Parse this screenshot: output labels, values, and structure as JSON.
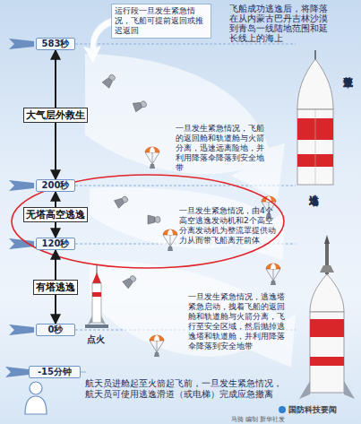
{
  "diagram": {
    "nodes": [
      {
        "text": [
          "运行段一旦发生紧急情况，飞船可提前返回或推迟返回"
        ]
      },
      {
        "text": [
          "飞船成功逃逸后，将降落在从内蒙古巴丹吉林沙漠到青岛一线陆地范围和延长线上的海上"
        ]
      },
      {
        "text": [
          "583秒"
        ]
      },
      {
        "text": [
          "一旦发生紧急情况，飞船的返回舱和轨道舱与火箭分离，迅速远离险地，并利用降落伞降落到安全地带"
        ]
      },
      {
        "text": [
          "200秒"
        ]
      },
      {
        "text": [
          "一旦发生紧急情况，由4个高空逃逸发动机和2个高空分离发动机为整流罩提供动力从而带飞船离开前体"
        ]
      },
      {
        "text": [
          "120秒"
        ]
      },
      {
        "text": [
          "一旦发生紧急情况，逃逸塔紧急启动，拽着飞船的返回舱和轨道舱与火箭分离，飞行至安全区域，然后抛掉逃逸塔和轨道舱，并利用降落伞降落到安全地带"
        ]
      },
      {
        "text": [
          "0秒"
        ]
      },
      {
        "text": [
          "-15分钟"
        ]
      },
      {
        "text": [
          "航天员进舱起至火箭起飞前，一旦发生紧急情况，航天员可使用逃逸滑道（或电梯）完成应急撤离"
        ]
      }
    ],
    "edges": [
      {
        "from": 2,
        "to": 4,
        "label": "大气层外救生",
        "arrow": "both"
      },
      {
        "from": 4,
        "to": 6,
        "label": "无塔高空逃逸",
        "arrow": "both"
      },
      {
        "from": 6,
        "to": 8,
        "label": "有塔逃逸",
        "arrow": "both"
      }
    ],
    "labels": [
      "整流罩",
      "逃逸塔",
      "点火",
      "国防科技要闻",
      "马骑 编制 新华社发"
    ]
  }
}
